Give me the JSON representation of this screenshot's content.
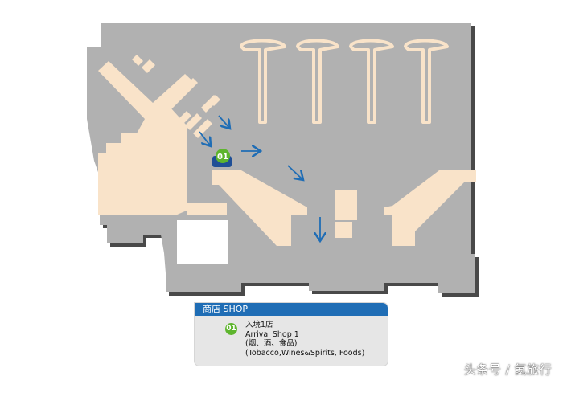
{
  "map": {
    "colors": {
      "floor": "#b1b1b1",
      "shop_block": "#f9e3c9",
      "route_arrow": "#1f6db5",
      "badge": "#5eb52e",
      "badge_dark": "#1f4f96"
    },
    "shop_marker": {
      "number": "01"
    }
  },
  "legend": {
    "header": "商店 SHOP",
    "items": [
      {
        "number": "01",
        "name_cn": "入境1店",
        "name_en": "Arrival Shop 1",
        "goods_cn": "(烟、酒、食品)",
        "goods_en": "(Tobacco,Wines&Spirits, Foods)"
      }
    ]
  },
  "watermark": "头条号 / 氦旅行"
}
